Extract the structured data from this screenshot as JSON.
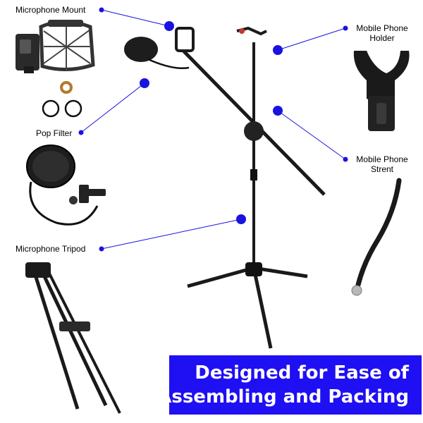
{
  "labels": {
    "microphone_mount": "Microphone Mount",
    "pop_filter": "Pop Filter",
    "microphone_tripod": "Microphone Tripod",
    "mobile_phone_holder_line1": "Mobile Phone",
    "mobile_phone_holder_line2": "Holder",
    "mobile_phone_strent_line1": "Mobile Phone",
    "mobile_phone_strent_line2": "Strent"
  },
  "banner": {
    "line1": "Designed for Ease of",
    "line2": "Assembling and Packing"
  },
  "colors": {
    "banner_background": "#1f0ff3",
    "banner_text": "#ffffff",
    "callout_dot": "#1a12e0",
    "callout_line": "#1a12e0",
    "product": "#111111"
  }
}
